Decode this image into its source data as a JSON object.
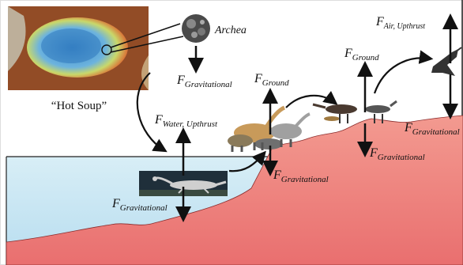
{
  "hot_spring_caption": "“Hot Soup”",
  "archea_label": "Archea",
  "forces": {
    "f": "F",
    "gravitational": "Gravitational",
    "water_upthrust": "Water, Upthrust",
    "ground": "Ground",
    "air_upthrust": "Air, Upthrust"
  },
  "colors": {
    "background": "#ffffff",
    "water": "#c7e7f2",
    "land": "#f08a84",
    "hot_spring_blue": "#5aa6d8",
    "hot_spring_rim": "#d2683a",
    "arrow": "#111111"
  },
  "icons": [
    "archea-cell-icon",
    "plesiosaur-icon",
    "sauropod-herd-icon",
    "theropod-herd-icon",
    "bird-icon"
  ]
}
